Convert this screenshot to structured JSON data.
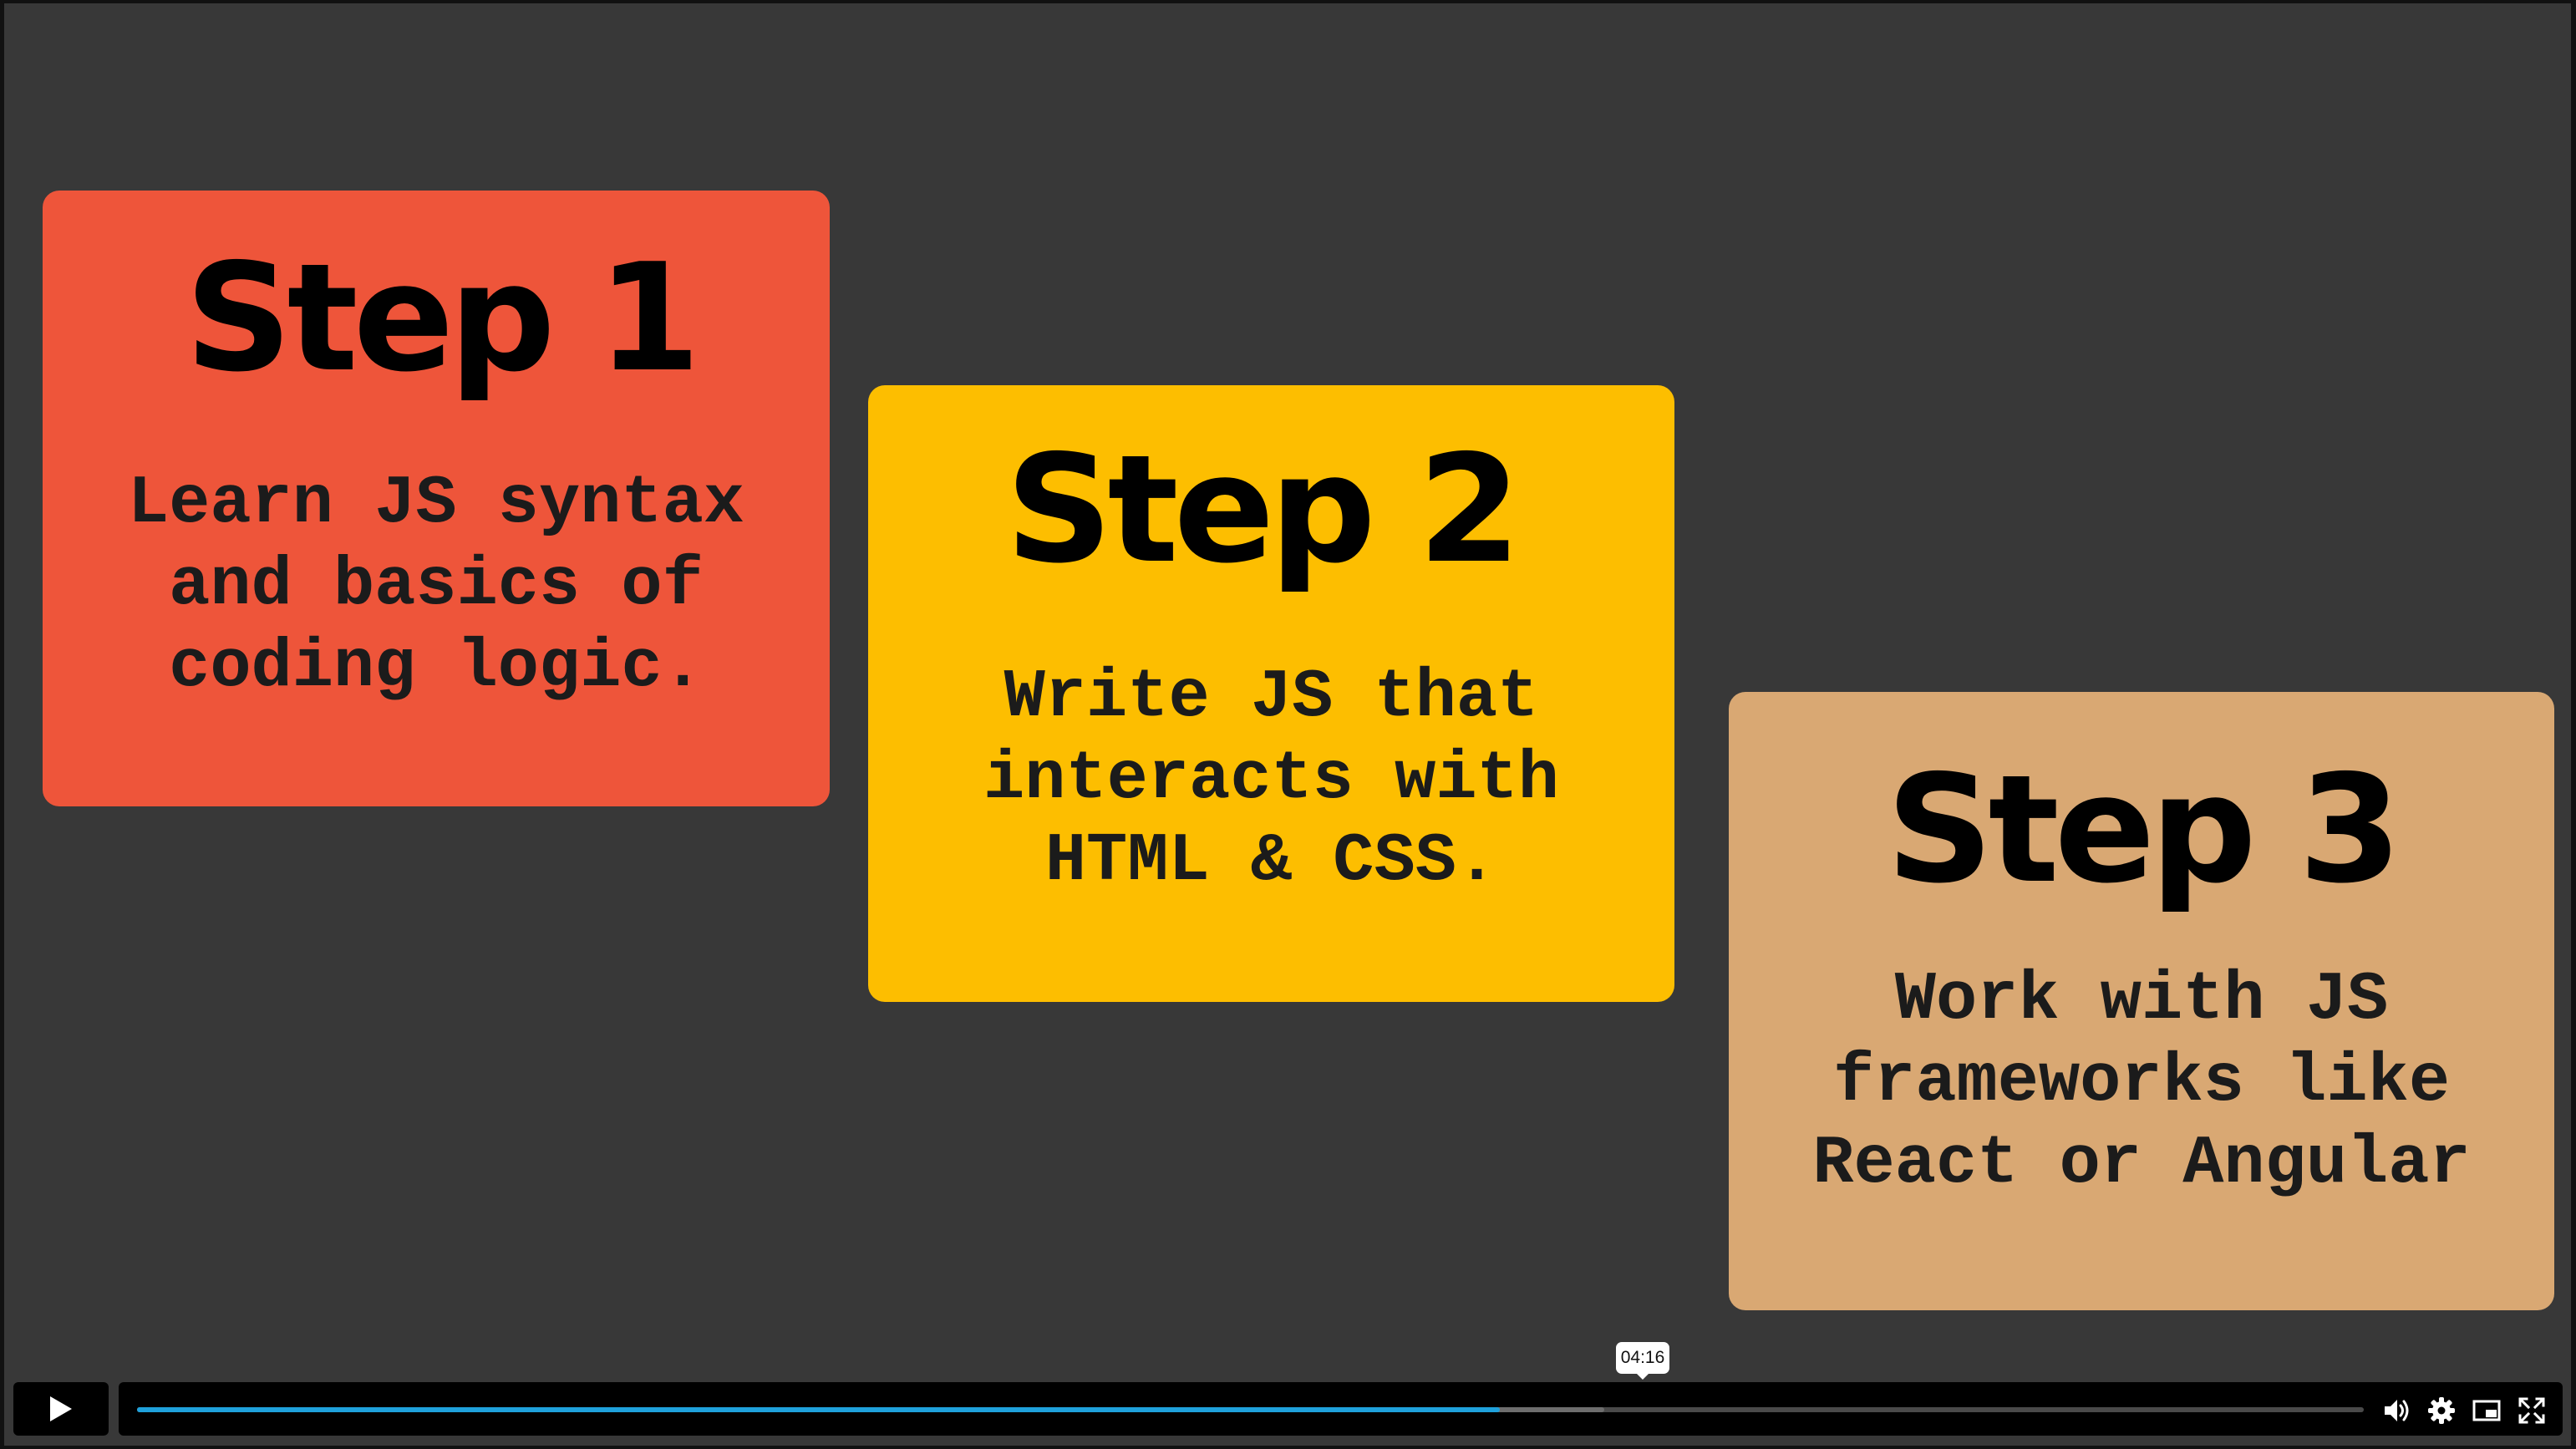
{
  "slide": {
    "cards": [
      {
        "title": "Step 1",
        "body": "Learn JS syntax\nand basics of\ncoding logic.",
        "color": "#ee553a"
      },
      {
        "title": "Step 2",
        "body": "Write JS that\ninteracts with\nHTML & CSS.",
        "color": "#fdbe00"
      },
      {
        "title": "Step 3",
        "body": "Work with JS\nframeworks like\nReact or Angular",
        "color": "#d9a873"
      }
    ],
    "background": "#383838"
  },
  "player": {
    "hover_time": "04:16",
    "progress_fraction": 0.612,
    "buffered_fraction": 0.659,
    "progress_color": "#1fa1db",
    "controls": [
      "play-icon",
      "volume-icon",
      "settings-gear-icon",
      "picture-in-picture-icon",
      "fullscreen-icon"
    ]
  }
}
